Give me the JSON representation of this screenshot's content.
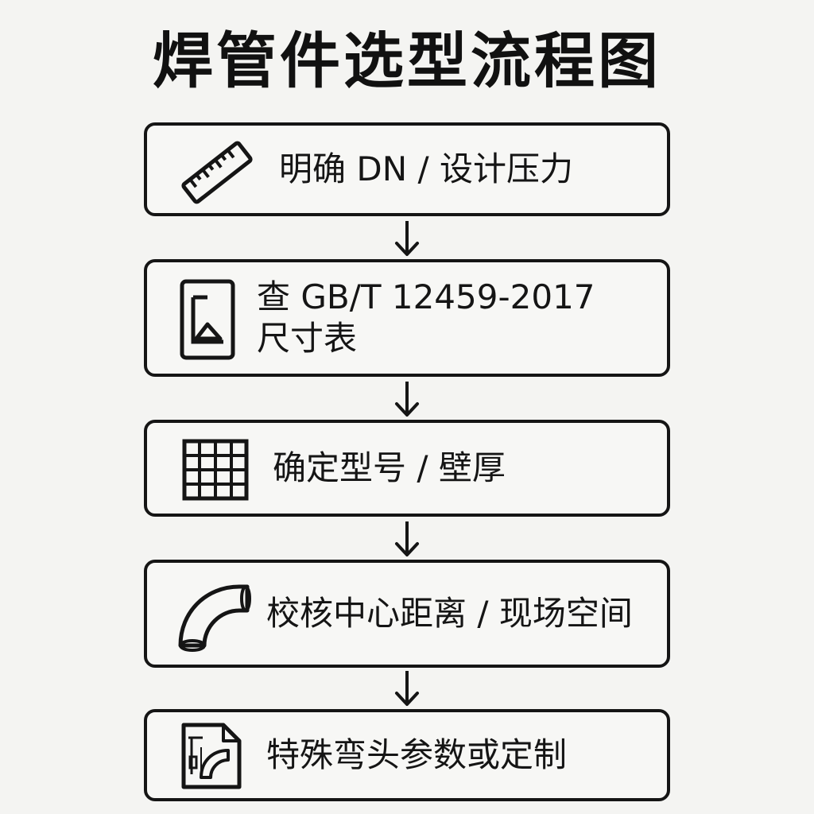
{
  "title": "焊管件选型流程图",
  "steps": [
    {
      "label": "明确 DN / 设计压力",
      "icon": "ruler-icon"
    },
    {
      "label": "查 GB/T 12459-2017 尺寸表",
      "icon": "document-chart-icon"
    },
    {
      "label": "确定型号 / 壁厚",
      "icon": "grid-table-icon"
    },
    {
      "label": "校核中心距离 / 现场空间",
      "icon": "elbow-pipe-icon"
    },
    {
      "label": "特殊弯头参数或定制",
      "icon": "elbow-drawing-document-icon"
    }
  ],
  "colors": {
    "background": "#f4f4f2",
    "stroke": "#151515"
  }
}
